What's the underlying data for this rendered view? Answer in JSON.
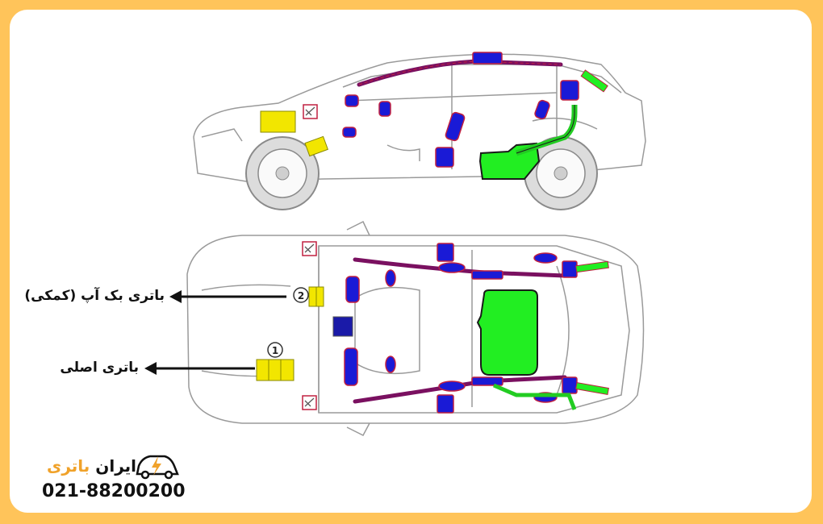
{
  "labels": {
    "backup_battery": "باتری بک آپ (کمکی)",
    "main_battery": "باتری اصلی",
    "marker_1": "1",
    "marker_2": "2"
  },
  "brand": {
    "word_1": "ایران",
    "word_2": "باتری",
    "icon": "car-lightning-icon"
  },
  "phone": "021-88200200",
  "colors": {
    "background": "#ffc45a",
    "battery": "#f2e600",
    "airbag": "#1a1ad6",
    "airbag_outline": "#c02040",
    "fuel_tank": "#22ee22",
    "curtain": "#7a1060"
  }
}
